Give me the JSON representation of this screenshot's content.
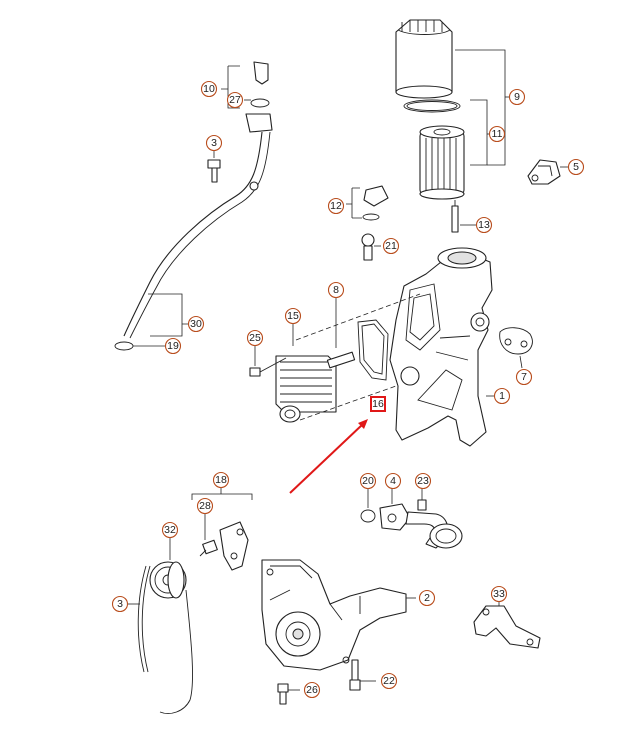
{
  "callouts": [
    {
      "id": "c10",
      "label": "10"
    },
    {
      "id": "c27",
      "label": "27"
    },
    {
      "id": "c3a",
      "label": "3"
    },
    {
      "id": "c30",
      "label": "30"
    },
    {
      "id": "c19",
      "label": "19"
    },
    {
      "id": "c9",
      "label": "9"
    },
    {
      "id": "c11",
      "label": "11"
    },
    {
      "id": "c5",
      "label": "5"
    },
    {
      "id": "c12",
      "label": "12"
    },
    {
      "id": "c13",
      "label": "13"
    },
    {
      "id": "c21",
      "label": "21"
    },
    {
      "id": "c8",
      "label": "8"
    },
    {
      "id": "c15",
      "label": "15"
    },
    {
      "id": "c25",
      "label": "25"
    },
    {
      "id": "c16",
      "label": "16"
    },
    {
      "id": "c1",
      "label": "1"
    },
    {
      "id": "c7",
      "label": "7"
    },
    {
      "id": "c20",
      "label": "20"
    },
    {
      "id": "c4",
      "label": "4"
    },
    {
      "id": "c23",
      "label": "23"
    },
    {
      "id": "c18",
      "label": "18"
    },
    {
      "id": "c28",
      "label": "28"
    },
    {
      "id": "c32",
      "label": "32"
    },
    {
      "id": "c3b",
      "label": "3"
    },
    {
      "id": "c2",
      "label": "2"
    },
    {
      "id": "c33",
      "label": "33"
    },
    {
      "id": "c26",
      "label": "26"
    },
    {
      "id": "c22",
      "label": "22"
    }
  ],
  "highlight": {
    "target_label": "16",
    "color": "#e01818"
  },
  "colors": {
    "callout_ring": "#b94e1e",
    "line": "#222222",
    "highlight": "#e01818"
  }
}
